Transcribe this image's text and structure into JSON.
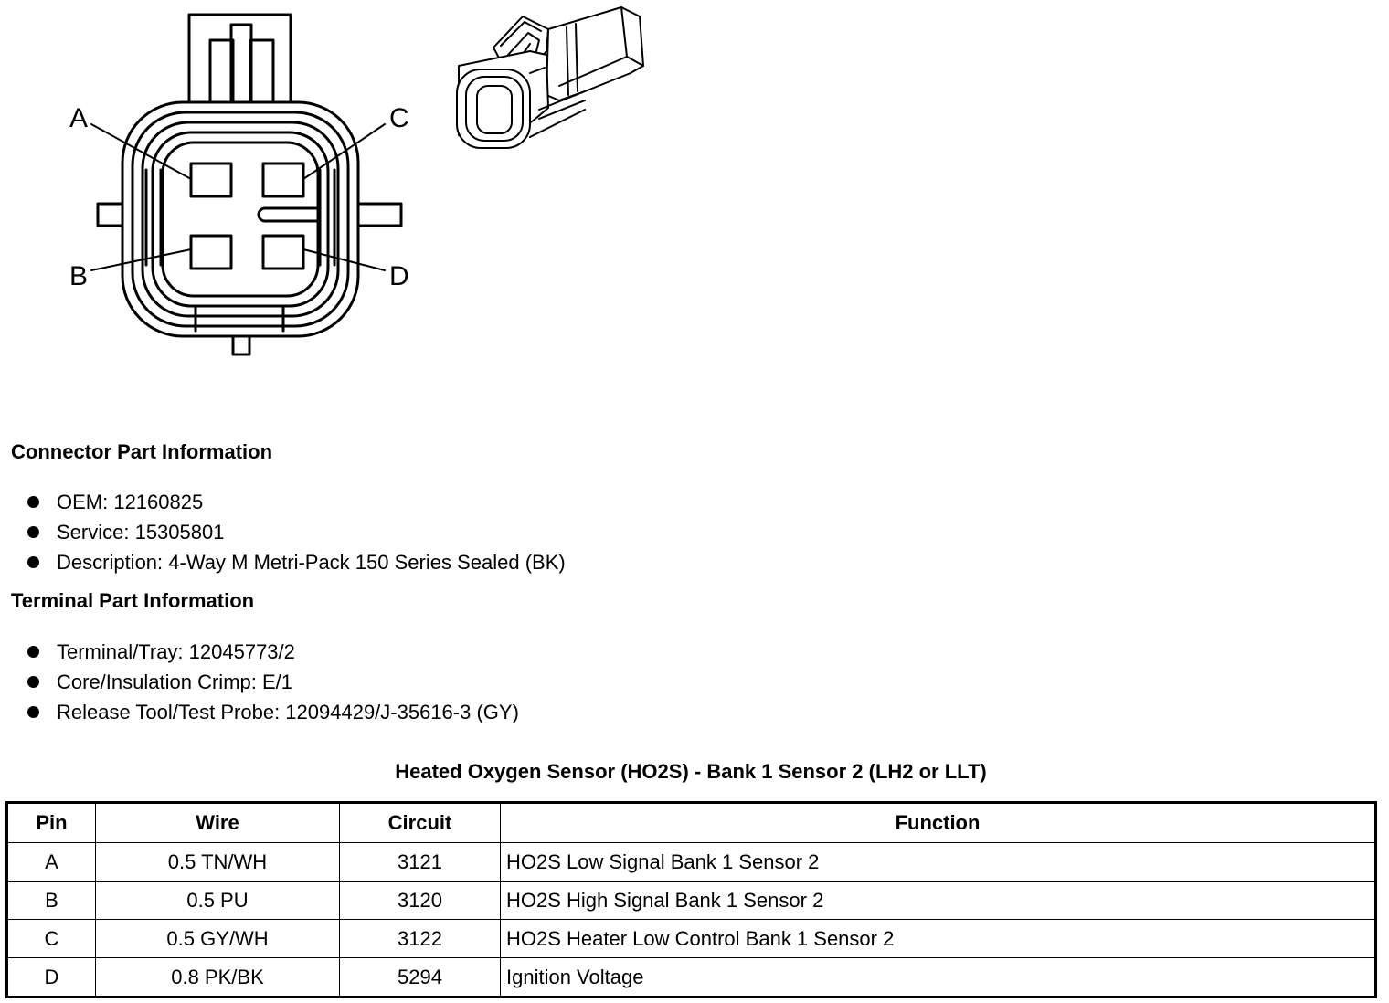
{
  "diagram": {
    "pin_labels": [
      "A",
      "B",
      "C",
      "D"
    ]
  },
  "connector_part_info": {
    "heading": "Connector Part Information",
    "items": [
      "OEM: 12160825",
      "Service: 15305801",
      "Description: 4-Way M Metri-Pack 150 Series Sealed (BK)"
    ]
  },
  "terminal_part_info": {
    "heading": "Terminal Part Information",
    "items": [
      "Terminal/Tray: 12045773/2",
      "Core/Insulation Crimp: E/1",
      "Release Tool/Test Probe: 12094429/J-35616-3 (GY)"
    ]
  },
  "pin_table": {
    "title": "Heated Oxygen Sensor (HO2S) - Bank 1 Sensor 2 (LH2 or LLT)",
    "columns": [
      "Pin",
      "Wire",
      "Circuit",
      "Function"
    ],
    "rows": [
      {
        "pin": "A",
        "wire": "0.5 TN/WH",
        "circuit": "3121",
        "function": "HO2S Low Signal Bank 1 Sensor 2"
      },
      {
        "pin": "B",
        "wire": "0.5 PU",
        "circuit": "3120",
        "function": "HO2S High Signal Bank 1 Sensor 2"
      },
      {
        "pin": "C",
        "wire": "0.5 GY/WH",
        "circuit": "3122",
        "function": "HO2S Heater Low Control Bank 1 Sensor 2"
      },
      {
        "pin": "D",
        "wire": "0.8 PK/BK",
        "circuit": "5294",
        "function": "Ignition Voltage"
      }
    ]
  }
}
